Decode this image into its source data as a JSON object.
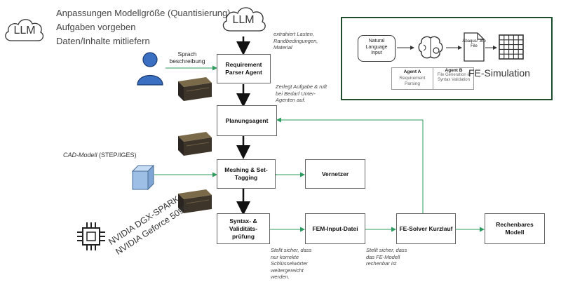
{
  "llm_left": {
    "label": "LLM",
    "notes": [
      "Anpassungen Modellgröße (Quantisierung)",
      "Aufgaben vorgeben",
      "Daten/Inhalte mitliefern"
    ]
  },
  "llm_top": {
    "label": "LLM"
  },
  "user": {
    "label": "Sprach\nbeschreibung"
  },
  "nodes": {
    "requirement_parser": "Requirement Parser Agent",
    "planungsagent": "Planungsagent",
    "meshing": "Meshing & Set-Tagging",
    "vernetzer": "Vernetzer",
    "syntax": "Syntax- & Validitäts-prüfung",
    "fem_input": "FEM-Input-Datei",
    "fe_solver": "FE-Solver Kurzlauf",
    "rechenbares": "Rechenbares Modell"
  },
  "notes": {
    "extrahiert": "extrahiert Lasten, Randbedingungen, Material",
    "zerlegt": "Zerlegt Aufgabe & ruft bei Bedarf Unter-Agenten auf.",
    "stellt_syntax": "Stellt sicher, dass nur korrekte Schlüsselwörter weitergereicht werden.",
    "stellt_fe": "Stellt sicher, dass das FE-Modell rechenbar ist"
  },
  "cad": {
    "label": "CAD-Modell",
    "suffix": " (STEP/IGES)"
  },
  "hardware": {
    "line1": "NVIDIA DGX-SPARK",
    "line2": "NVIDIA Geforce 5090"
  },
  "inset": {
    "natural": "Natural Language Input",
    "file": "Abaqus/ .inp File",
    "agent_a_title": "Agent A",
    "agent_a_desc": "Requirement Parsing",
    "agent_b_title": "Agent B",
    "agent_b_desc": "File Generation & Syntax Validation",
    "title": "FE-Simulation"
  },
  "colors": {
    "arrow_black": "#111111",
    "arrow_green": "#2e9b5f",
    "user_blue": "#3b6fc2",
    "cube": "#9dbfe6",
    "inset_border": "#1e4e2e"
  }
}
